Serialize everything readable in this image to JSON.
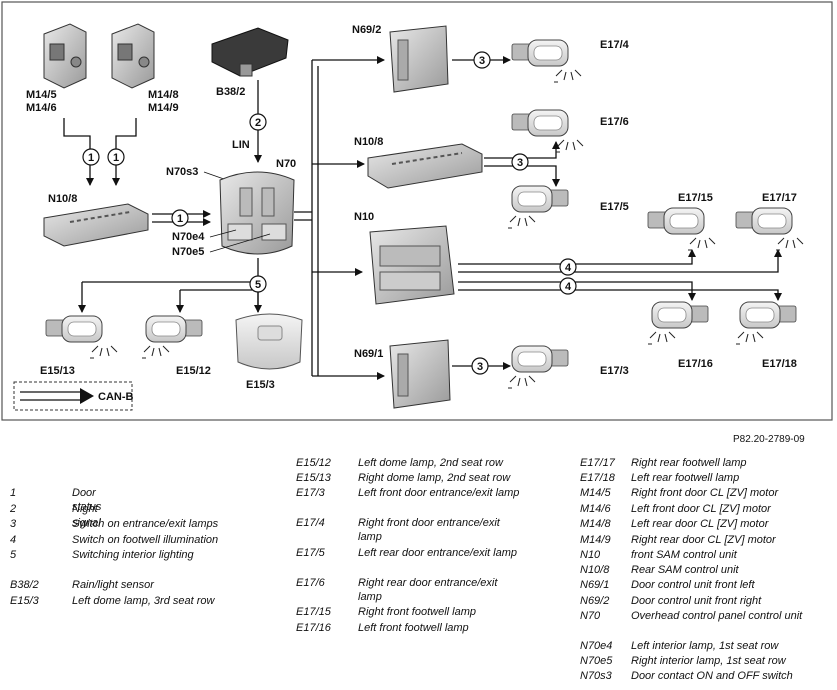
{
  "diagram": {
    "reference": "P82.20-2789-09",
    "components": {
      "M14_5": "M14/5",
      "M14_6": "M14/6",
      "M14_8": "M14/8",
      "M14_9": "M14/9",
      "B38_2": "B38/2",
      "LIN": "LIN",
      "N70": "N70",
      "N70s3": "N70s3",
      "N70e4": "N70e4",
      "N70e5": "N70e5",
      "N10_8_left": "N10/8",
      "N69_2": "N69/2",
      "N10_8": "N10/8",
      "N10": "N10",
      "N69_1": "N69/1",
      "E17_4": "E17/4",
      "E17_6": "E17/6",
      "E17_5": "E17/5",
      "E17_15": "E17/15",
      "E17_17": "E17/17",
      "E17_16": "E17/16",
      "E17_18": "E17/18",
      "E17_3": "E17/3",
      "E15_13": "E15/13",
      "E15_12": "E15/12",
      "E15_3": "E15/3",
      "CANB": "CAN-B"
    },
    "signal_numbers": [
      "1",
      "2",
      "3",
      "4",
      "5"
    ]
  },
  "legend": {
    "col1": [
      {
        "code": "1",
        "desc": "Door status"
      },
      {
        "code": "2",
        "desc": "Night signal"
      },
      {
        "code": "3",
        "desc": "Switch on entrance/exit lamps"
      },
      {
        "code": "4",
        "desc": "Switch on footwell illumination"
      },
      {
        "code": "5",
        "desc": "Switching interior lighting"
      },
      {
        "code": "B38/2",
        "desc": "Rain/light sensor"
      },
      {
        "code": "E15/3",
        "desc": "Left dome lamp, 3rd seat row"
      }
    ],
    "col2": [
      {
        "code": "E15/12",
        "desc": "Left dome lamp, 2nd seat row"
      },
      {
        "code": "E15/13",
        "desc": "Right dome lamp, 2nd seat row"
      },
      {
        "code": "E17/3",
        "desc": "Left front door entrance/exit lamp"
      },
      {
        "code": "E17/4",
        "desc": "Right front door entrance/exit lamp"
      },
      {
        "code": "E17/5",
        "desc": "Left rear door entrance/exit lamp"
      },
      {
        "code": "E17/6",
        "desc": "Right rear door entrance/exit lamp"
      },
      {
        "code": "E17/15",
        "desc": "Right front footwell lamp"
      },
      {
        "code": "E17/16",
        "desc": "Left front footwell lamp"
      }
    ],
    "col3": [
      {
        "code": "E17/17",
        "desc": "Right rear footwell lamp"
      },
      {
        "code": "E17/18",
        "desc": "Left rear footwell lamp"
      },
      {
        "code": "M14/5",
        "desc": "Right front door CL [ZV] motor"
      },
      {
        "code": "M14/6",
        "desc": "Left front door CL [ZV] motor"
      },
      {
        "code": "M14/8",
        "desc": "Left rear door CL [ZV] motor"
      },
      {
        "code": "M14/9",
        "desc": "Right rear door CL [ZV] motor"
      },
      {
        "code": "N10",
        "desc": "front SAM control unit"
      },
      {
        "code": "N10/8",
        "desc": "Rear SAM control unit"
      },
      {
        "code": "N69/1",
        "desc": "Door control unit front left"
      },
      {
        "code": "N69/2",
        "desc": "Door control unit front right"
      },
      {
        "code": "N70",
        "desc": "Overhead control panel control unit"
      },
      {
        "code": "N70e4",
        "desc": "Left interior lamp, 1st seat row"
      },
      {
        "code": "N70e5",
        "desc": "Right interior lamp, 1st seat row"
      },
      {
        "code": "N70s3",
        "desc": "Door contact ON and OFF switch"
      }
    ]
  }
}
